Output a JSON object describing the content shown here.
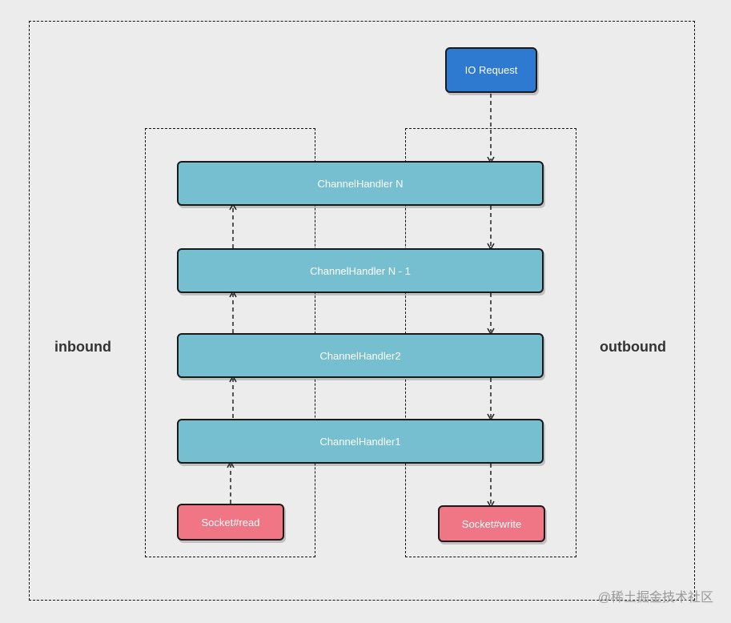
{
  "diagram": {
    "io_request": "IO  Request",
    "handlers": [
      "ChannelHandler N",
      "ChannelHandler N - 1",
      "ChannelHandler2",
      "ChannelHandler1"
    ],
    "socket_read": "Socket#read",
    "socket_write": "Socket#write",
    "inbound_label": "inbound",
    "outbound_label": "outbound",
    "watermark": "@稀土掘金技术社区"
  },
  "colors": {
    "handler": "#76bfd0",
    "socket": "#f07585",
    "io_request": "#2f7ad1",
    "background": "#ececec"
  }
}
